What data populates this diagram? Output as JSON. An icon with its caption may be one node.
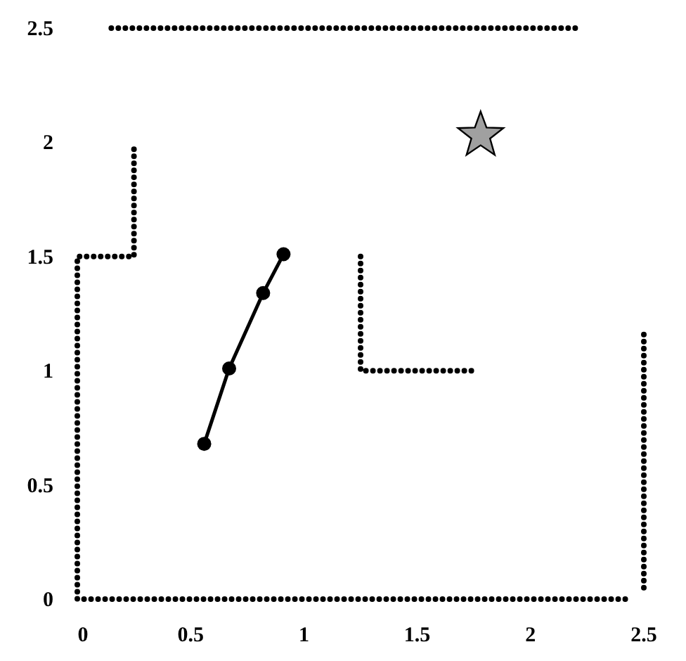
{
  "diagram": {
    "chart_data": {
      "type": "scatter",
      "xlim": [
        0,
        2.5
      ],
      "ylim": [
        0,
        2.5
      ],
      "xticks": [
        0,
        0.5,
        1,
        1.5,
        2,
        2.5
      ],
      "yticks": [
        0,
        0.5,
        1,
        1.5,
        2,
        2.5
      ],
      "series": [
        {
          "type": "line",
          "line_style": "dotted",
          "color": "#000000",
          "x": [
            0.15,
            2.22
          ],
          "values": [
            2.5,
            2.5
          ]
        },
        {
          "type": "line",
          "line_style": "dotted",
          "color": "#000000",
          "x": [
            0.25,
            0.25,
            0,
            0,
            2.42
          ],
          "values": [
            1.97,
            1.5,
            1.5,
            0,
            0
          ]
        },
        {
          "type": "line",
          "line_style": "dotted",
          "color": "#000000",
          "x": [
            2.5,
            2.5
          ],
          "values": [
            0.05,
            1.17
          ]
        },
        {
          "type": "line",
          "line_style": "dotted",
          "color": "#000000",
          "x": [
            1.25,
            1.25,
            1.75
          ],
          "values": [
            1.5,
            1.0,
            1.0
          ]
        },
        {
          "type": "line",
          "line_style": "solid",
          "marker": "circle",
          "color": "#000000",
          "x": [
            0.56,
            0.67,
            0.82,
            0.91
          ],
          "values": [
            0.68,
            1.01,
            1.34,
            1.51
          ]
        },
        {
          "marker": "star",
          "color": "#a0a0a0",
          "x": [
            1.78
          ],
          "values": [
            2.03
          ]
        }
      ]
    }
  }
}
